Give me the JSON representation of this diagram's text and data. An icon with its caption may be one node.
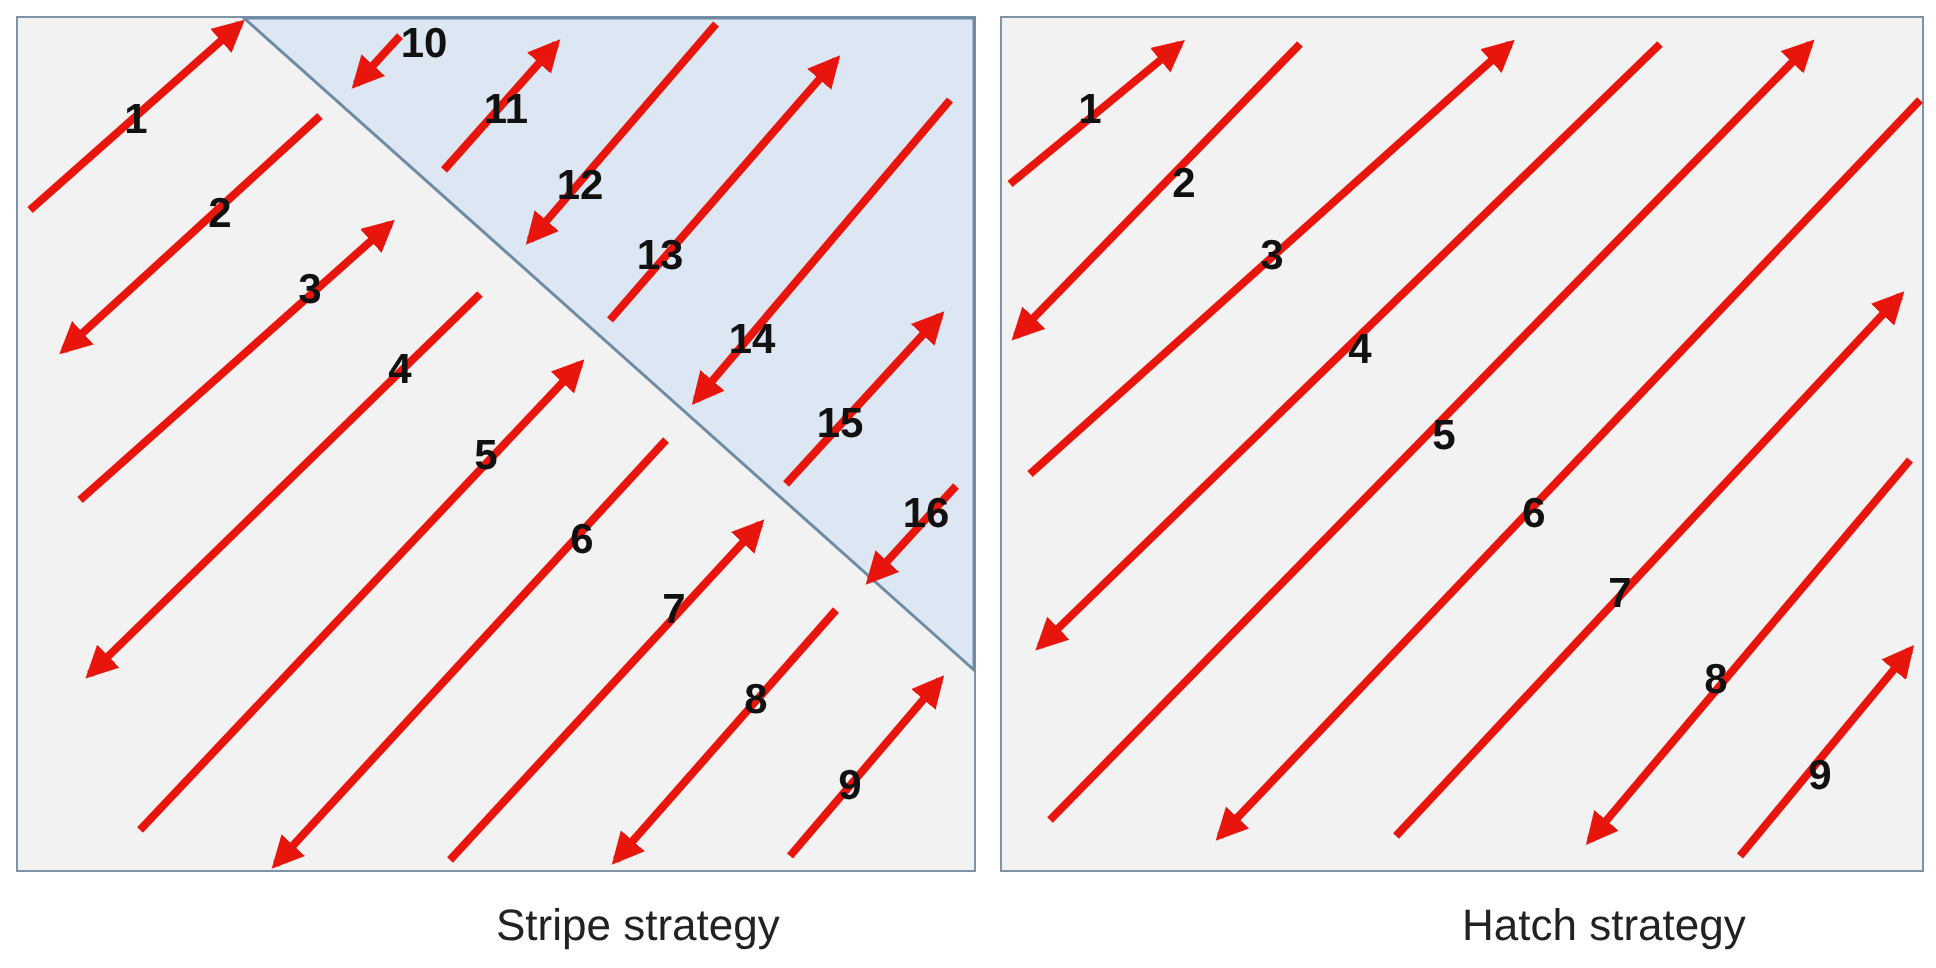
{
  "diagram": {
    "nodes": [
      {
        "text": [
          "Stripe strategy"
        ]
      },
      {
        "text": [
          "Hatch strategy"
        ]
      }
    ],
    "labels": [
      "1",
      "10",
      "11",
      "2",
      "12",
      "3",
      "13",
      "4",
      "14",
      "5",
      "15",
      "6",
      "16",
      "7",
      "8",
      "9",
      "1",
      "2",
      "3",
      "4",
      "5",
      "6",
      "7",
      "8",
      "9"
    ]
  }
}
